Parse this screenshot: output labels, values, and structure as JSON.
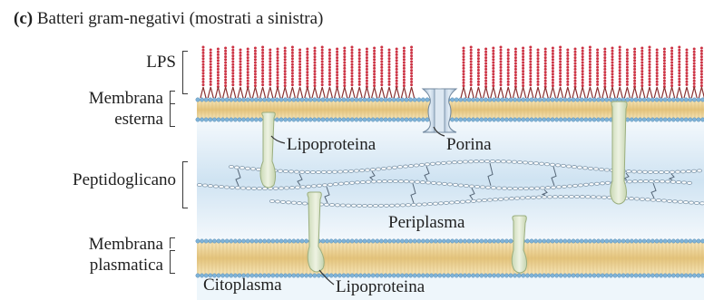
{
  "figure": {
    "panel_letter": "(c)",
    "title": "Batteri gram-negativi (mostrati a sinistra)"
  },
  "labels": {
    "lps": "LPS",
    "membrana_esterna_1": "Membrana",
    "membrana_esterna_2": "esterna",
    "peptidoglicano": "Peptidoglicano",
    "membrana_plasmatica_1": "Membrana",
    "membrana_plasmatica_2": "plasmatica",
    "lipoproteina_top": "Lipoproteina",
    "porina": "Porina",
    "periplasma": "Periplasma",
    "citoplasma": "Citoplasma",
    "lipoproteina_bottom": "Lipoproteina"
  },
  "colors": {
    "lps_head": "#cc3344",
    "lps_stem": "#8a3030",
    "lipid_head": "#7fb3d8",
    "lipid_tail": "#f2dfae",
    "membrane_core": "#e9cf8e",
    "periplasm": "#d6e8f4",
    "lipoprotein": "#dfe8cf",
    "porin": "#b9cde0",
    "peptidoglycan": "#8aa0b2"
  }
}
